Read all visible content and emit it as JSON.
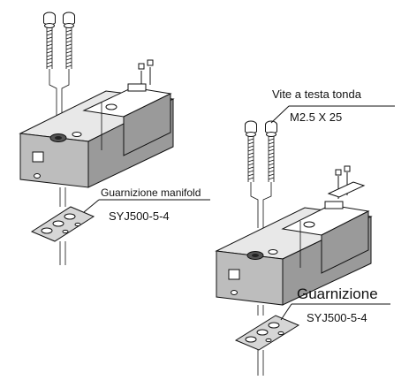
{
  "labels": {
    "screw_name": "Vite a testa tonda",
    "screw_spec": "M2.5 X 25",
    "manifold_gasket_name": "Guarnizione manifold",
    "manifold_gasket_code": "SYJ500-5-4",
    "gasket_name": "Guarnizione",
    "gasket_code": "SYJ500-5-4"
  }
}
